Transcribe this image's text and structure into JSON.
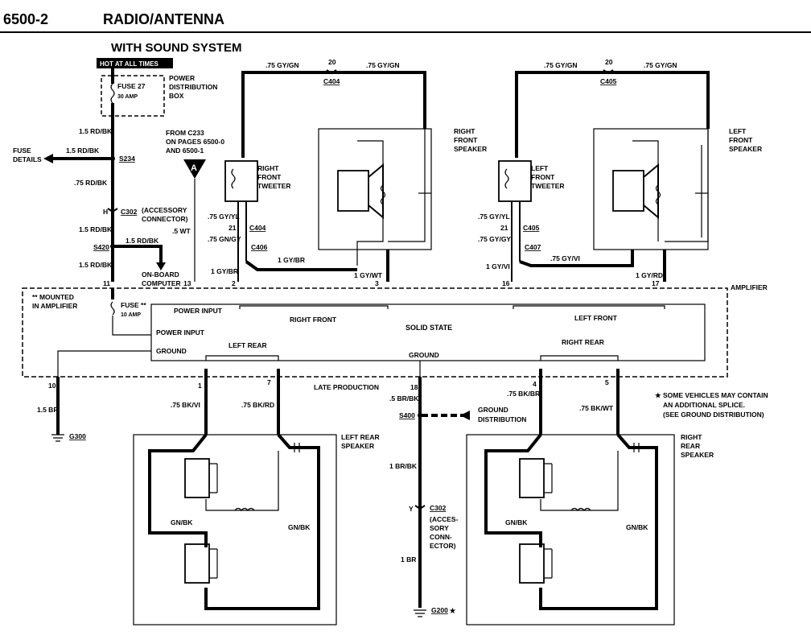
{
  "header": {
    "page_code": "6500-2",
    "title": "RADIO/ANTENNA",
    "subtitle": "WITH SOUND SYSTEM"
  },
  "power": {
    "hot_badge": "HOT AT ALL TIMES",
    "fuse27": "FUSE 27",
    "fuse27_amp": "30 AMP",
    "pdb_1": "POWER",
    "pdb_2": "DISTRIBUTION",
    "pdb_3": "BOX",
    "w1": "1.5 RD/BK",
    "w2": "1.5 RD/BK",
    "fuse_details_1": "FUSE",
    "fuse_details_2": "DETAILS",
    "s234": "S234",
    "w3": ".75 RD/BK",
    "h": "H",
    "c302": "C302",
    "acc_conn_1": "(ACCESSORY",
    "acc_conn_2": "CONNECTOR)",
    "w4": "1.5 RD/BK",
    "s420": "S420",
    "w5": "1.5 RD/BK",
    "w6": "1.5 RD/BK",
    "obc_1": "ON-BOARD",
    "obc_2": "COMPUTER",
    "from_c233_1": "FROM C233",
    "from_c233_2": "ON PAGES 6500-0",
    "from_c233_3": "AND 6500-1",
    "conn_a": "A",
    "w_wt": ".5 WT"
  },
  "front_right": {
    "top_w1": ".75 GY/GN",
    "top_pin": "20",
    "top_w2": ".75 GY/GN",
    "top_conn": "C404",
    "speaker_1": "RIGHT",
    "speaker_2": "FRONT",
    "speaker_3": "SPEAKER",
    "tweeter_1": "RIGHT",
    "tweeter_2": "FRONT",
    "tweeter_3": "TWEETER",
    "w_gyyl": ".75 GY/YL",
    "pin21": "21",
    "c404": "C404",
    "w_gngy": ".75 GN/GY",
    "c406": "C406",
    "w_gybr": "1 GY/BR",
    "w_gybr2": "1 GY/BR",
    "w_gywt": "1 GY/WT",
    "pin2": "2",
    "pin3": "3"
  },
  "front_left": {
    "top_w1": ".75 GY/GN",
    "top_pin": "20",
    "top_w2": ".75 GY/GN",
    "top_conn": "C405",
    "speaker_1": "LEFT",
    "speaker_2": "FRONT",
    "speaker_3": "SPEAKER",
    "tweeter_1": "LEFT",
    "tweeter_2": "FRONT",
    "tweeter_3": "TWEETER",
    "w_gyyl": ".75 GY/YL",
    "pin21": "21",
    "c405": "C405",
    "w_gygy": ".75 GY/GY",
    "c407": "C407",
    "w_gyvi": ".75 GY/VI",
    "w_gyvi2": "1 GY/VI",
    "w_gyrd": "1 GY/RD",
    "pin16": "16",
    "pin17": "17"
  },
  "amplifier": {
    "label": "AMPLIFIER",
    "mounted_1": "** MOUNTED",
    "mounted_2": "IN AMPLIFIER",
    "fuse": "FUSE **",
    "fuse_amp": "10 AMP",
    "power_input_top": "POWER INPUT",
    "power_input": "POWER INPUT",
    "ground": "GROUND",
    "right_front": "RIGHT FRONT",
    "left_front": "LEFT FRONT",
    "solid_state": "SOLID STATE",
    "left_rear": "LEFT REAR",
    "right_rear": "RIGHT REAR",
    "ground_center": "GROUND",
    "pin11": "11",
    "pin13": "13"
  },
  "bottom": {
    "late_production": "LATE PRODUCTION",
    "pin10": "10",
    "w_br": "1.5 BR",
    "g300": "G300",
    "pin1": "1",
    "pin7": "7",
    "w_bkvi": ".75 BK/VI",
    "w_bkrd": ".75 BK/RD",
    "lr_speaker_1": "LEFT REAR",
    "lr_speaker_2": "SPEAKER",
    "gnbk_l1": "GN/BK",
    "gnbk_l2": "GN/BK",
    "pin18": "18",
    "w_brbk": ".5 BR/BK",
    "s400": "S400",
    "gd_1": "GROUND",
    "gd_2": "DISTRIBUTION",
    "w_1brbk": "1 BR/BK",
    "y": "Y",
    "c302": "C302",
    "acc_1": "(ACCES-",
    "acc_2": "SORY",
    "acc_3": "CONN-",
    "acc_4": "ECTOR)",
    "w_1br": "1 BR",
    "g200": "G200",
    "pin4": "4",
    "pin5": "5",
    "w_bkbr": ".75 BK/BR",
    "w_bkwt": ".75 BK/WT",
    "rr_speaker_1": "RIGHT",
    "rr_speaker_2": "REAR",
    "rr_speaker_3": "SPEAKER",
    "gnbk_r1": "GN/BK",
    "gnbk_r2": "GN/BK",
    "note_1": "★ SOME VEHICLES MAY CONTAIN",
    "note_2": "AN ADDITIONAL SPLICE.",
    "note_3": "(SEE GROUND DISTRIBUTION)"
  }
}
